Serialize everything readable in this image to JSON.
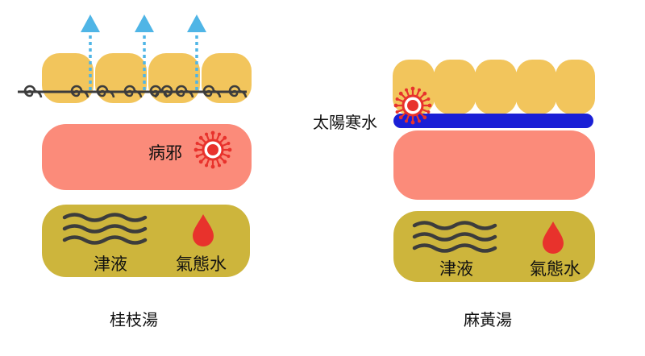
{
  "left_panel": {
    "pathogen_label": "病邪",
    "fluid_label": "津液",
    "qi_label": "氣態水",
    "caption": "桂枝湯"
  },
  "right_panel": {
    "cold_water_label": "太陽寒水",
    "fluid_label": "津液",
    "qi_label": "氣態水",
    "caption": "麻黃湯"
  },
  "colors": {
    "skin_cell": "#f2c55c",
    "muscle_layer": "#fb8b7a",
    "fluid_box": "#cdb53c",
    "virus_red": "#e8322c",
    "arrow_blue": "#4fb5e6",
    "cold_water_blue": "#1a1fd6",
    "wave_gray": "#3c3c3c"
  },
  "icons": [
    "virus-icon",
    "water-drop-icon",
    "wave-lines-icon",
    "up-arrow-icon",
    "spiral-pattern-icon"
  ]
}
